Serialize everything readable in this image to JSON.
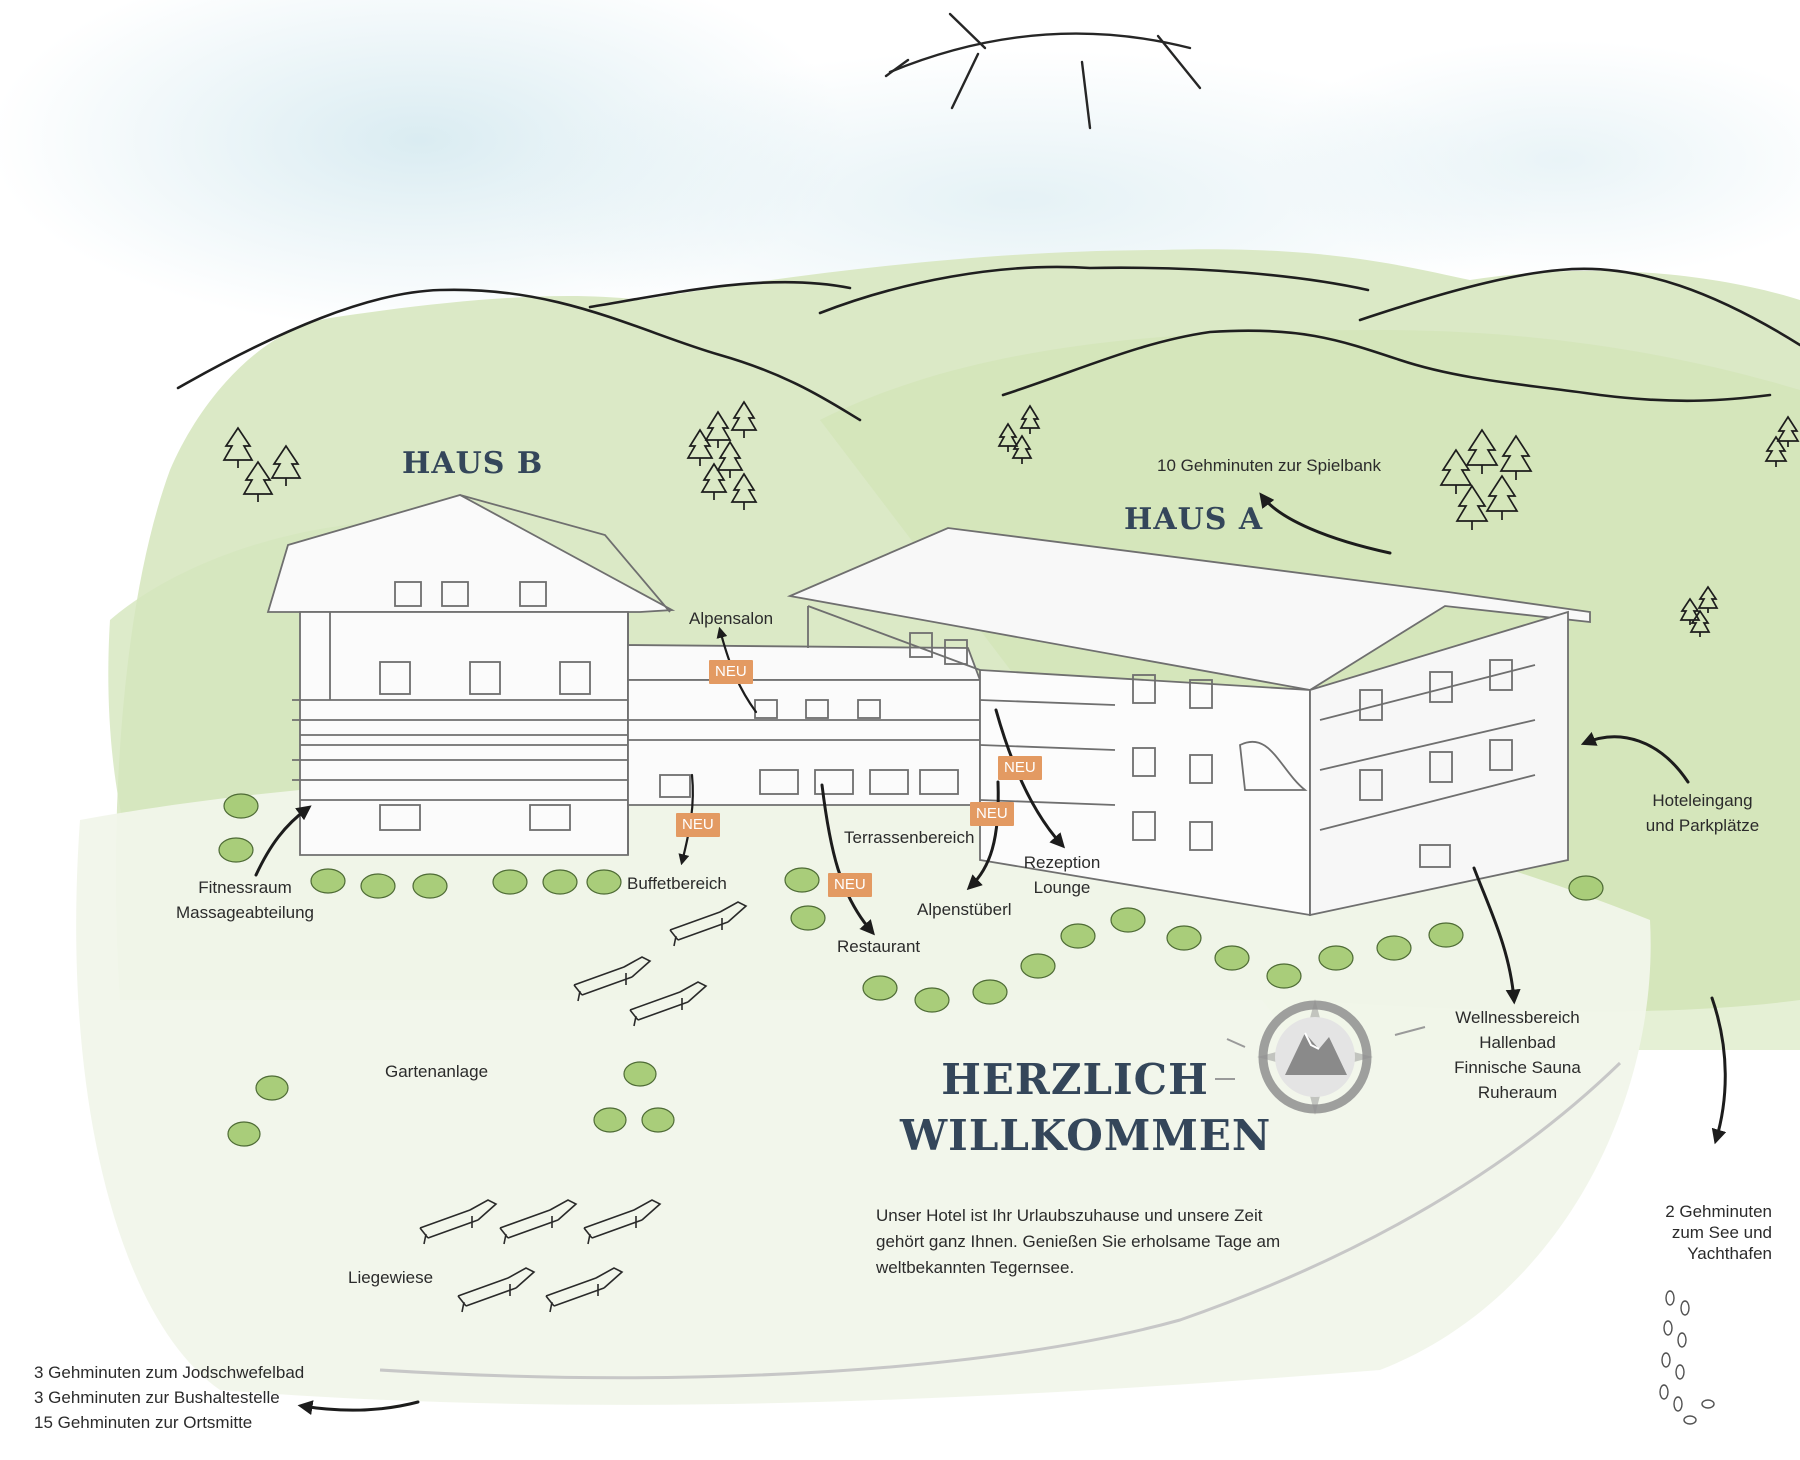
{
  "buildings": {
    "haus_b": "HAUS B",
    "haus_a": "HAUS A"
  },
  "badges": {
    "neu_label": "NEU"
  },
  "labels": {
    "spielbank": "10 Gehminuten zur Spielbank",
    "alpensalon": "Alpensalon",
    "terrassenbereich": "Terrassenbereich",
    "rezeption": "Rezeption",
    "lounge": "Lounge",
    "alpenstuberl": "Alpenstüberl",
    "buffetbereich": "Buffetbereich",
    "restaurant": "Restaurant",
    "fitnessraum": "Fitnessraum",
    "massageabteilung": "Massageabteilung",
    "hoteleingang": "Hoteleingang",
    "parkplaetze": "und Parkplätze",
    "wellness": [
      "Wellnessbereich",
      "Hallenbad",
      "Finnische Sauna",
      "Ruheraum"
    ],
    "gartenanlage": "Gartenanlage",
    "liegewiese": "Liegewiese",
    "see": [
      "2 Gehminuten",
      "zum See und",
      "Yachthafen"
    ],
    "bottom_left": [
      "3 Gehminuten zum Jodschwefelbad",
      "3 Gehminuten zur Bushaltestelle",
      "15 Gehminuten zur Ortsmitte"
    ]
  },
  "welcome": {
    "line1": "HERZLICH",
    "line2": "WILLKOMMEN",
    "intro": "Unser Hotel ist Ihr Urlaubszuhause und unsere Zeit gehört ganz Ihnen. Genießen Sie erholsame Tage am  weltbekannten Tegernsee."
  },
  "colors": {
    "hill_green": "#dbe9c6",
    "bush_green": "#a9cd7a",
    "title_blue": "#34465a",
    "badge_orange": "#e39a62",
    "sky_blue": "#dfeef2"
  }
}
